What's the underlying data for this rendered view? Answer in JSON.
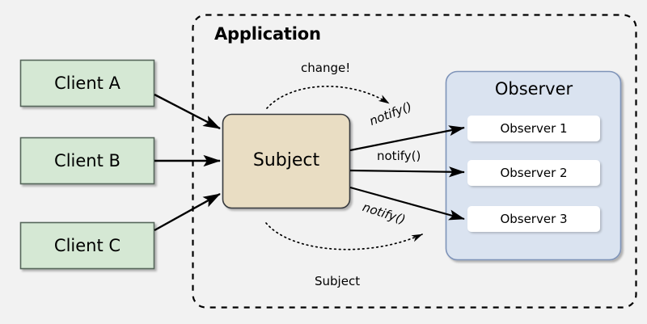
{
  "diagram": {
    "background_color": "#f2f2f2",
    "title": "Application",
    "boundary": {
      "label": "Application",
      "style": "dashed-rounded",
      "color": "#000000"
    },
    "clients": [
      {
        "label": "Client A",
        "fill": "#d5e8d4",
        "stroke": "#82b366"
      },
      {
        "label": "Client B",
        "fill": "#d5e8d4",
        "stroke": "#82b366"
      },
      {
        "label": "Client C",
        "fill": "#d5e8d4",
        "stroke": "#82b366"
      }
    ],
    "subject": {
      "label": "Subject",
      "fill": "#e9ddc3",
      "stroke": "#36393d"
    },
    "observer_group": {
      "title": "Observer",
      "fill": "#dae3f0",
      "stroke": "#6c8ebf",
      "items": [
        {
          "label": "Observer 1",
          "fill": "#ffffff"
        },
        {
          "label": "Observer 2",
          "fill": "#ffffff"
        },
        {
          "label": "Observer 3",
          "fill": "#ffffff"
        }
      ]
    },
    "annotations": [
      {
        "text": "change!",
        "style": "plain"
      },
      {
        "text": "notify()",
        "style": "italic-rotated"
      },
      {
        "text": "notify()",
        "style": "plain"
      },
      {
        "text": "notify()",
        "style": "italic-rotated"
      },
      {
        "text": "Subject",
        "style": "plain"
      }
    ],
    "edges": [
      {
        "from": "Client A",
        "to": "Subject",
        "kind": "solid-arrow"
      },
      {
        "from": "Client B",
        "to": "Subject",
        "kind": "solid-arrow"
      },
      {
        "from": "Client C",
        "to": "Subject",
        "kind": "solid-arrow"
      },
      {
        "from": "Subject",
        "to": "Observer 1",
        "kind": "solid-arrow",
        "label": "notify()"
      },
      {
        "from": "Subject",
        "to": "Observer 2",
        "kind": "solid-arrow",
        "label": "notify()"
      },
      {
        "from": "Subject",
        "to": "Observer 3",
        "kind": "solid-arrow",
        "label": "notify()"
      },
      {
        "from": "Subject",
        "to": "Observer",
        "kind": "dotted-curve",
        "label": "change!"
      },
      {
        "from": "Observer",
        "to": "Subject",
        "kind": "dotted-curve",
        "label": "Subject"
      }
    ]
  }
}
